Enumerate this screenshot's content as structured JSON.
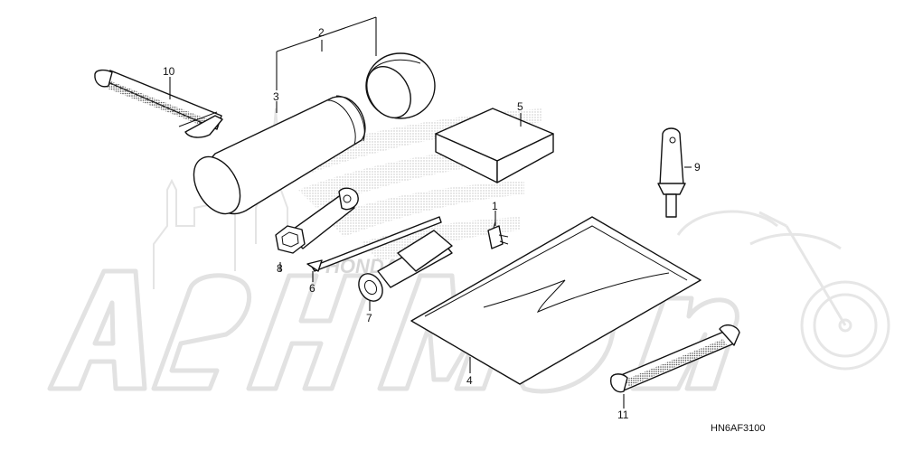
{
  "diagram": {
    "code": "HN6AF3100",
    "callouts": [
      "1",
      "2",
      "3",
      "4",
      "5",
      "6",
      "7",
      "8",
      "9",
      "10",
      "11"
    ],
    "colors": {
      "line": "#111111",
      "watermark_dots": "#c8c8c8",
      "watermark_outline": "#e4e4e4"
    }
  }
}
